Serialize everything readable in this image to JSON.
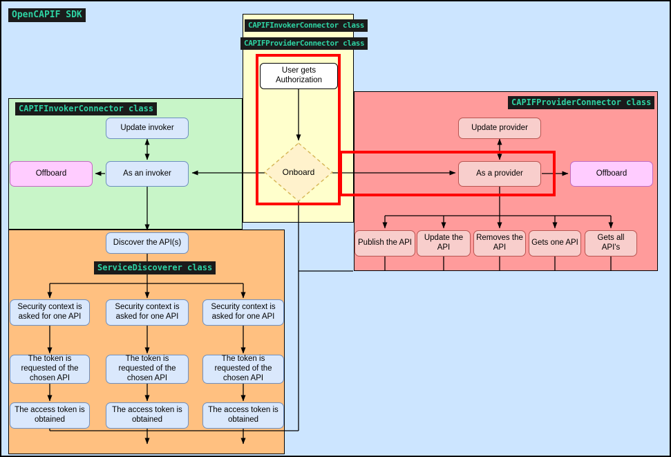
{
  "title": "OpenCAPIF SDK",
  "colors": {
    "background": "#cce5ff",
    "invoker_panel": "#c8f5c8",
    "provider_panel": "#ff9b9b",
    "connector_panel": "#ffffcc",
    "discoverer_panel": "#ffc080",
    "node_blue": "#dae8fc",
    "node_blue_border": "#6c8ebf",
    "node_red": "#f8cecc",
    "node_red_border": "#b85450",
    "node_magenta": "#ffccff",
    "node_magenta_border": "#c069c0",
    "diamond_fill": "#fff2cc",
    "diamond_border": "#d6b656",
    "label_bg": "#1b1b1b",
    "label_text": "#2ed3a3",
    "highlight": "#ff0000"
  },
  "connector_panel": {
    "header_invoker": "CAPIFInvokerConnector class",
    "header_provider": "CAPIFProviderConnector class",
    "user_auth": "User gets Authorization",
    "onboard": "Onboard"
  },
  "invoker_panel": {
    "class_label": "CAPIFInvokerConnector class",
    "update": "Update invoker",
    "as_role": "As an invoker",
    "offboard": "Offboard"
  },
  "provider_panel": {
    "class_label": "CAPIFProviderConnector class",
    "update": "Update provider",
    "as_role": "As a provider",
    "offboard": "Offboard",
    "api_ops": [
      "Publish the API",
      "Update the API",
      "Removes the API",
      "Gets one API",
      "Gets all API's"
    ]
  },
  "discoverer_panel": {
    "class_label": "ServiceDiscoverer class",
    "discover": "Discover the API(s)",
    "columns": [
      {
        "security": "Security context is asked for one API",
        "token": "The token is requested of the chosen API",
        "access": "The access token is obtained"
      },
      {
        "security": "Security context is asked for one API",
        "token": "The token is requested of the chosen API",
        "access": "The access token is obtained"
      },
      {
        "security": "Security context is asked for one API",
        "token": "The token is requested of the chosen API",
        "access": "The access token is obtained"
      }
    ]
  }
}
